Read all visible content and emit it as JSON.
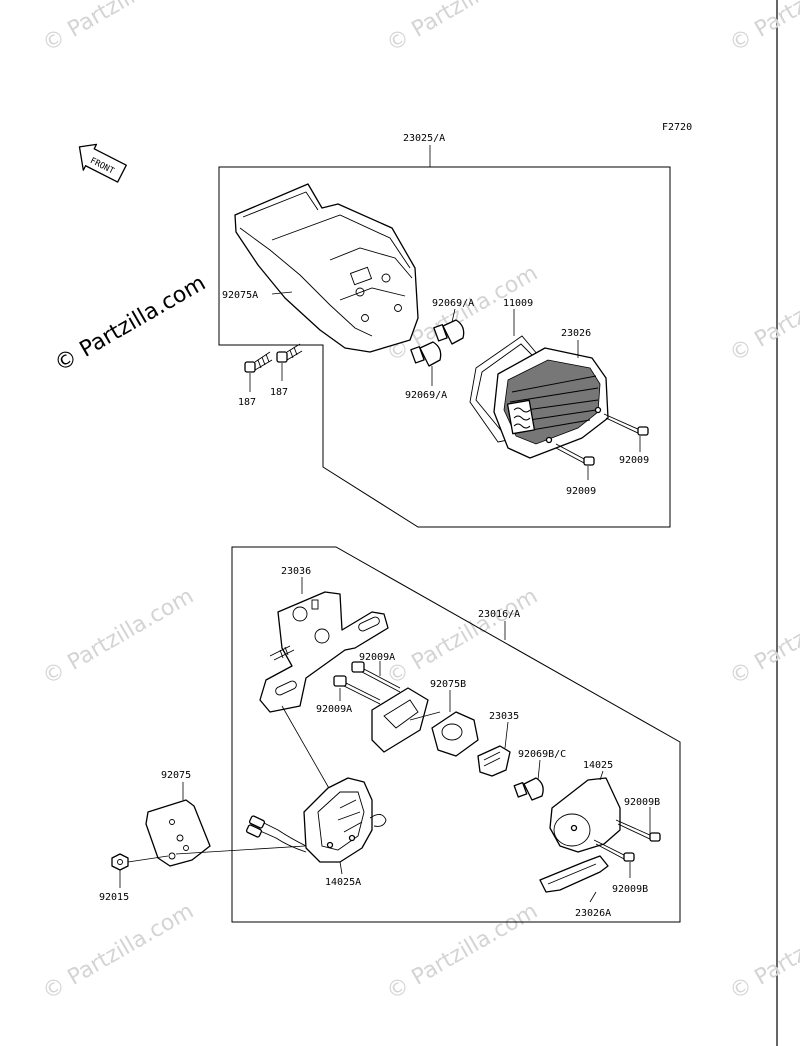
{
  "figure_code": "F2720",
  "front_arrow_label": "FRONT",
  "watermark_text": "© Partzilla.com",
  "upper_group": {
    "assembly_label": "23025/A",
    "parts": {
      "p92075A": "92075A",
      "p92069A_top": "92069/A",
      "p11009": "11009",
      "p23026": "23026",
      "p187_left": "187",
      "p187_right": "187",
      "p92069A_bottom": "92069/A",
      "p92009_right": "92009",
      "p92009_bottom": "92009"
    }
  },
  "lower_group": {
    "assembly_label": "23016/A",
    "parts": {
      "p23036": "23036",
      "p92009A_top": "92009A",
      "p92009A_left": "92009A",
      "p92075B": "92075B",
      "p23035": "23035",
      "p92069BC": "92069B/C",
      "p14025": "14025",
      "p92009B_right": "92009B",
      "p92009B_bottom": "92009B",
      "p23026A": "23026A",
      "p14025A": "14025A",
      "p92075": "92075",
      "p92015": "92015"
    }
  }
}
